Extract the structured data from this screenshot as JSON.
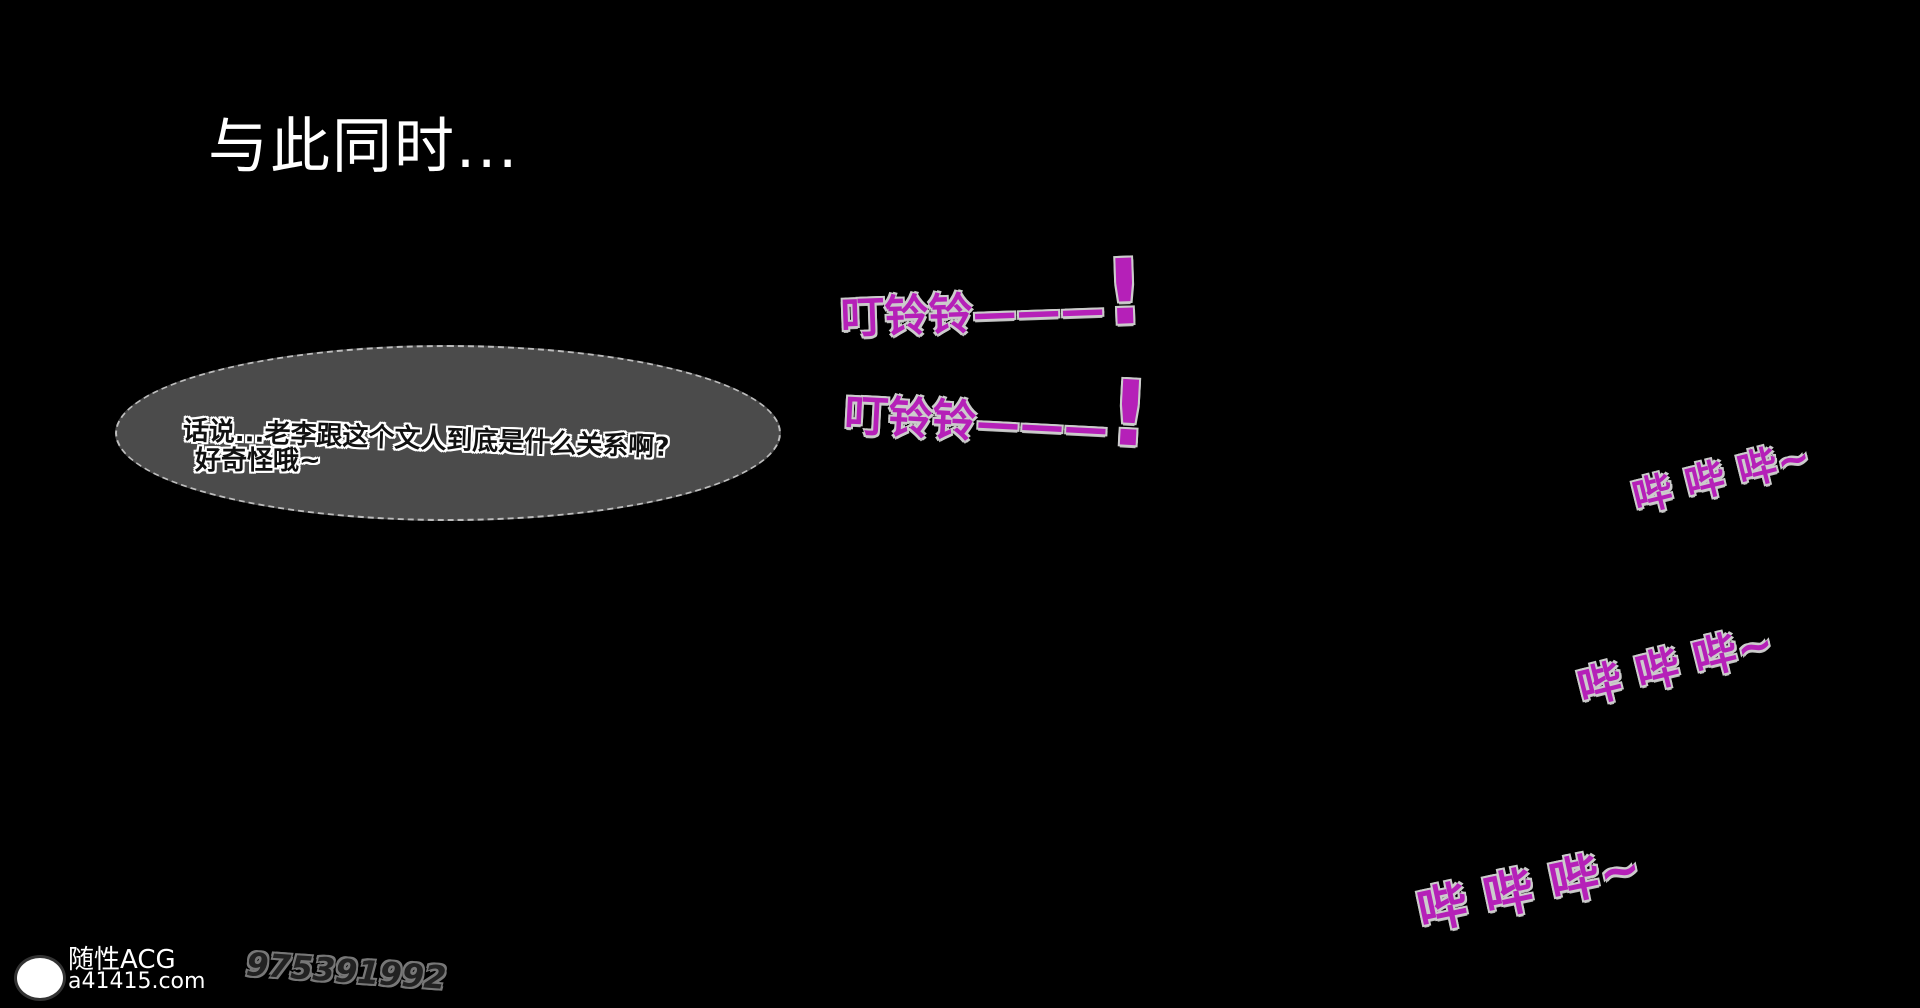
{
  "narration": "与此同时...",
  "bubble": {
    "line1": "话说...老李跟这个文人到底是什么关系啊?",
    "line2": "好奇怪哦~"
  },
  "sfx": {
    "ring": "叮铃铃———",
    "exclaim": "!",
    "beep": "哔 哔 哔~"
  },
  "watermark": {
    "name": "随性ACG",
    "url": "a41415.com",
    "group_number": "975391992"
  },
  "colors": {
    "sfx": "#b520b8",
    "bubble": "#4b4b4b"
  }
}
